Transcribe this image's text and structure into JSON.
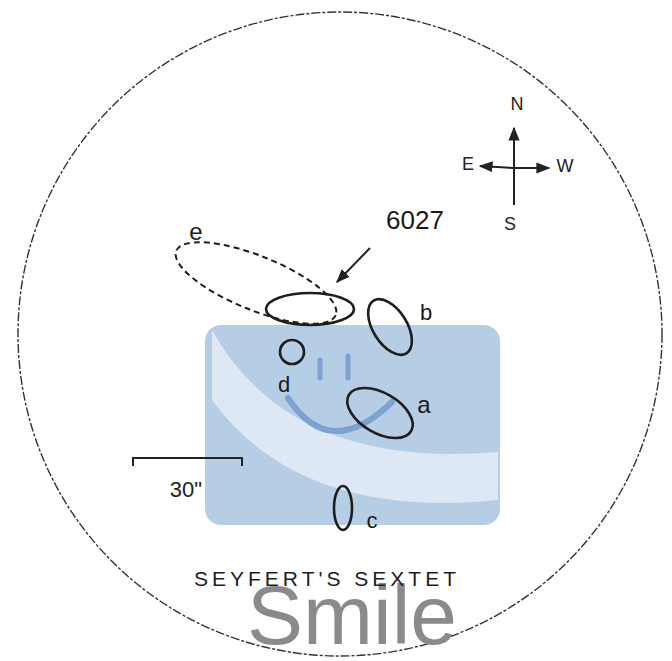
{
  "diagram": {
    "caption": "SEYFERT'S SEXTET",
    "nodes": [
      {
        "text": [
          "e"
        ]
      },
      {
        "text": [
          "6027"
        ]
      },
      {
        "text": [
          "b"
        ]
      },
      {
        "text": [
          "d"
        ]
      },
      {
        "text": [
          "a"
        ]
      },
      {
        "text": [
          "c"
        ]
      }
    ],
    "labels": [
      "N",
      "E",
      "W",
      "S",
      "30\"",
      "Smile"
    ]
  }
}
